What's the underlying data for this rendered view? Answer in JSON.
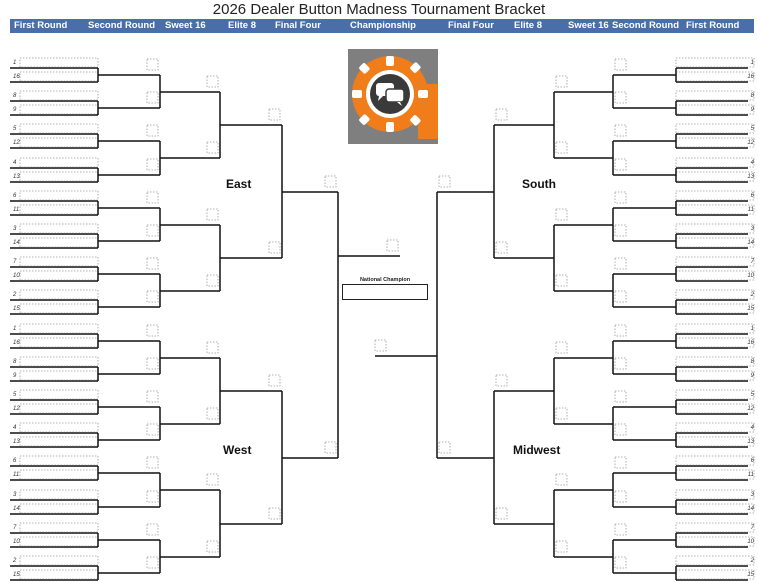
{
  "title": "2026 Dealer Button Madness Tournament Bracket",
  "rounds_left": [
    "First Round",
    "Second Round",
    "Sweet 16",
    "Elite 8",
    "Final Four"
  ],
  "round_center": "Championship",
  "rounds_right": [
    "Final Four",
    "Elite 8",
    "Sweet 16",
    "Second Round",
    "First Round"
  ],
  "regions": {
    "top_left": "East",
    "top_right": "South",
    "bottom_left": "West",
    "bottom_right": "Midwest"
  },
  "champion_label": "National Champion",
  "seeds": [
    "1",
    "16",
    "8",
    "9",
    "5",
    "12",
    "4",
    "13",
    "6",
    "11",
    "3",
    "14",
    "7",
    "10",
    "2",
    "15"
  ],
  "logo": {
    "icon": "chat-bubbles-poker-chip-icon",
    "chip_color": "#f07d1a",
    "bg_color": "#7f7f7f"
  },
  "colors": {
    "header_bar": "#4a6fa8",
    "lines": "#111111"
  }
}
